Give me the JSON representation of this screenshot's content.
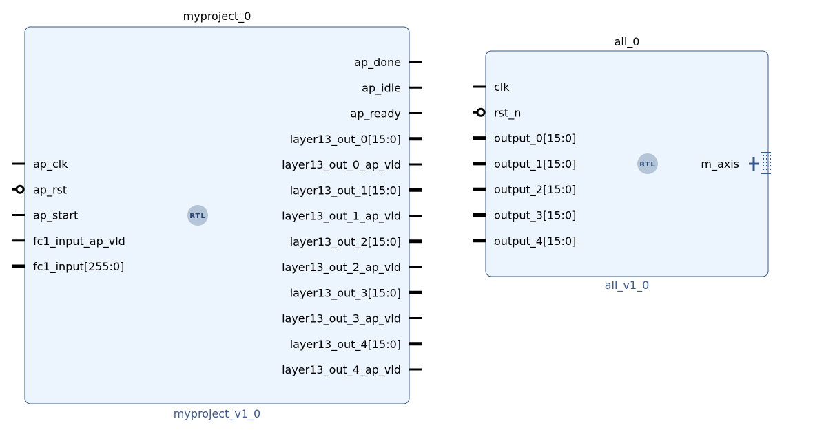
{
  "blocks": [
    {
      "id": "myproject",
      "instance_name": "myproject_0",
      "ip_name": "myproject_v1_0",
      "badge": "RTL",
      "left_ports": [
        {
          "label": "ap_clk",
          "kind": "single"
        },
        {
          "label": "ap_rst",
          "kind": "reset"
        },
        {
          "label": "ap_start",
          "kind": "single"
        },
        {
          "label": "fc1_input_ap_vld",
          "kind": "single"
        },
        {
          "label": "fc1_input[255:0]",
          "kind": "bus"
        }
      ],
      "right_ports": [
        {
          "label": "ap_done",
          "kind": "single"
        },
        {
          "label": "ap_idle",
          "kind": "single"
        },
        {
          "label": "ap_ready",
          "kind": "single"
        },
        {
          "label": "layer13_out_0[15:0]",
          "kind": "bus"
        },
        {
          "label": "layer13_out_0_ap_vld",
          "kind": "single"
        },
        {
          "label": "layer13_out_1[15:0]",
          "kind": "bus"
        },
        {
          "label": "layer13_out_1_ap_vld",
          "kind": "single"
        },
        {
          "label": "layer13_out_2[15:0]",
          "kind": "bus"
        },
        {
          "label": "layer13_out_2_ap_vld",
          "kind": "single"
        },
        {
          "label": "layer13_out_3[15:0]",
          "kind": "bus"
        },
        {
          "label": "layer13_out_3_ap_vld",
          "kind": "single"
        },
        {
          "label": "layer13_out_4[15:0]",
          "kind": "bus"
        },
        {
          "label": "layer13_out_4_ap_vld",
          "kind": "single"
        }
      ]
    },
    {
      "id": "all",
      "instance_name": "all_0",
      "ip_name": "all_v1_0",
      "badge": "RTL",
      "left_ports": [
        {
          "label": "clk",
          "kind": "single"
        },
        {
          "label": "rst_n",
          "kind": "reset"
        },
        {
          "label": "output_0[15:0]",
          "kind": "bus"
        },
        {
          "label": "output_1[15:0]",
          "kind": "bus"
        },
        {
          "label": "output_2[15:0]",
          "kind": "bus"
        },
        {
          "label": "output_3[15:0]",
          "kind": "bus"
        },
        {
          "label": "output_4[15:0]",
          "kind": "bus"
        }
      ],
      "right_ports": [
        {
          "label": "m_axis",
          "kind": "interface"
        }
      ]
    }
  ],
  "colors": {
    "block_fill": "#ecf4fe",
    "block_border": "#36578a",
    "ip_name_text": "#3c5a94",
    "port_line": "#000000",
    "interface_icon": "#36578a",
    "badge_circle": "#b3c5d6",
    "badge_text": "#2a4a7a"
  }
}
